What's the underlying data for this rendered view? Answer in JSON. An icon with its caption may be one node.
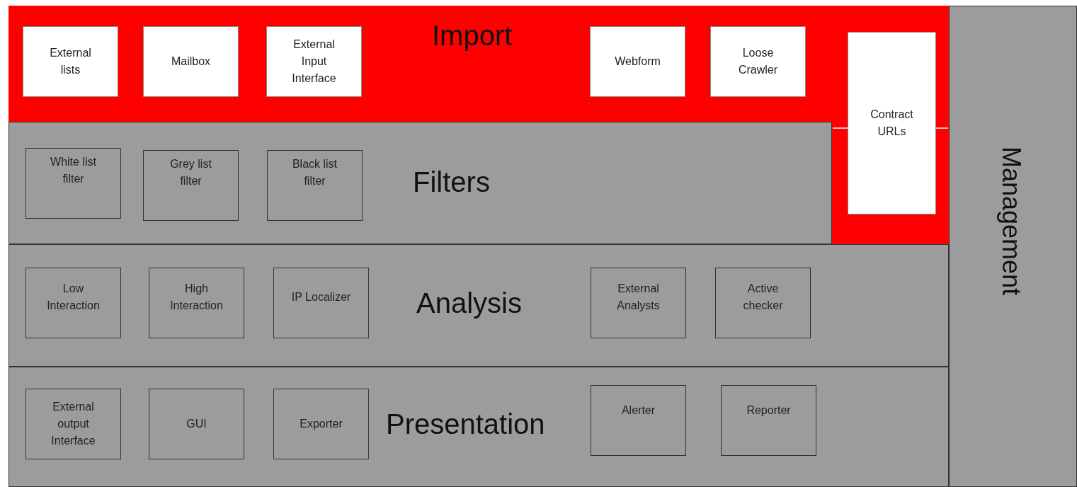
{
  "diagram": {
    "nodes": [
      {
        "text": [
          "Import"
        ]
      },
      {
        "text": [
          "External lists"
        ],
        "in": 0
      },
      {
        "text": [
          "Mailbox"
        ],
        "in": 0
      },
      {
        "text": [
          "External Input Interface"
        ],
        "in": 0
      },
      {
        "text": [
          "Webform"
        ],
        "in": 0
      },
      {
        "text": [
          "Loose Crawler"
        ],
        "in": 0
      },
      {
        "text": [
          "Contract URLs"
        ],
        "in": 0
      },
      {
        "text": [
          "Management"
        ]
      },
      {
        "text": [
          "Filters"
        ]
      },
      {
        "text": [
          "White list filter"
        ],
        "in": 8
      },
      {
        "text": [
          "Grey list filter"
        ],
        "in": 8
      },
      {
        "text": [
          "Black list filter"
        ],
        "in": 8
      },
      {
        "text": [
          "Analysis"
        ]
      },
      {
        "text": [
          "Low Interaction"
        ],
        "in": 12
      },
      {
        "text": [
          "High Interaction"
        ],
        "in": 12
      },
      {
        "text": [
          "IP Localizer"
        ],
        "in": 12
      },
      {
        "text": [
          "External Analysts"
        ],
        "in": 12
      },
      {
        "text": [
          "Active checker"
        ],
        "in": 12
      },
      {
        "text": [
          "Presentation"
        ]
      },
      {
        "text": [
          "External output Interface"
        ],
        "in": 18
      },
      {
        "text": [
          "GUI"
        ],
        "in": 18
      },
      {
        "text": [
          "Exporter"
        ],
        "in": 18
      },
      {
        "text": [
          "Alerter"
        ],
        "in": 18
      },
      {
        "text": [
          "Reporter"
        ],
        "in": 18
      }
    ]
  }
}
